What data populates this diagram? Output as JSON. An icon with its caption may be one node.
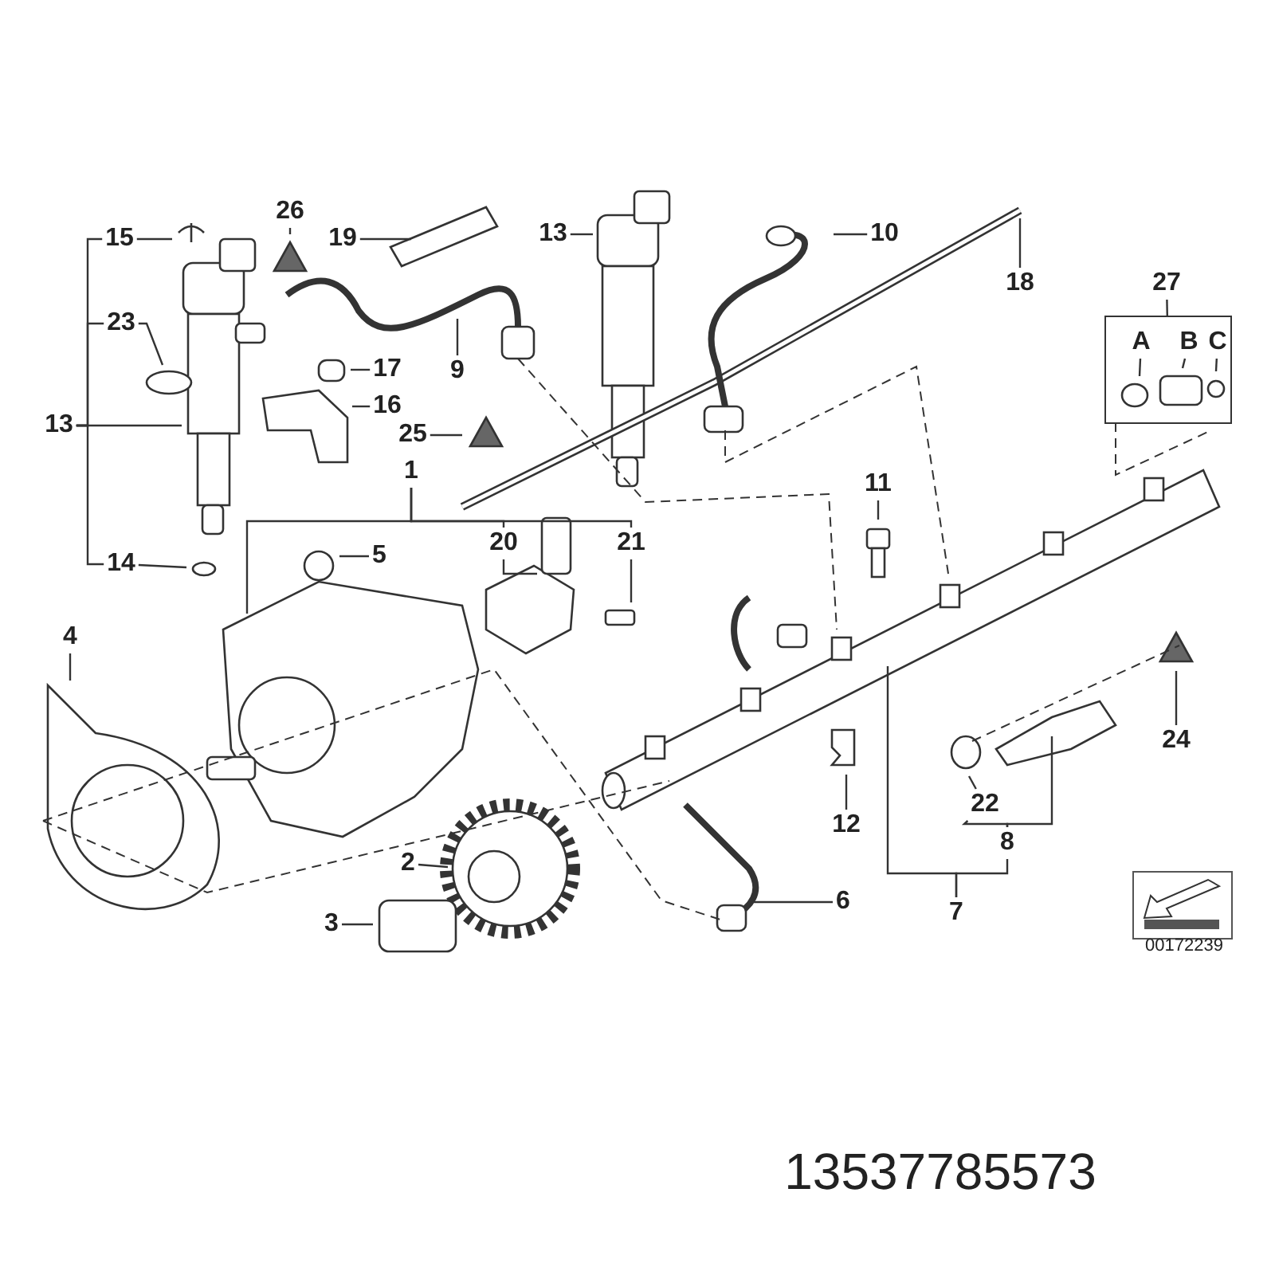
{
  "diagram": {
    "nodes": [
      {
        "text": [
          "26"
        ]
      },
      {
        "text": [
          "15"
        ]
      },
      {
        "text": [
          "19"
        ]
      },
      {
        "text": [
          "13"
        ]
      },
      {
        "text": [
          "10"
        ]
      },
      {
        "text": [
          "27"
        ]
      },
      {
        "text": [
          "18"
        ]
      },
      {
        "text": [
          "23"
        ]
      },
      {
        "text": [],
        "shape": "box"
      },
      {
        "text": [
          "A"
        ],
        "in": 8
      },
      {
        "text": [
          "B"
        ],
        "in": 8
      },
      {
        "text": [
          "C"
        ],
        "in": 8
      },
      {
        "text": [
          "17"
        ]
      },
      {
        "text": [
          "9"
        ]
      },
      {
        "text": [
          "16"
        ]
      },
      {
        "text": [
          "13"
        ]
      },
      {
        "text": [
          "25"
        ]
      },
      {
        "text": [
          "1"
        ]
      },
      {
        "text": [
          "11"
        ]
      },
      {
        "text": [
          "20"
        ]
      },
      {
        "text": [
          "21"
        ]
      },
      {
        "text": [
          "5"
        ]
      },
      {
        "text": [
          "14"
        ]
      },
      {
        "text": [
          "4"
        ]
      },
      {
        "text": [
          "24"
        ]
      },
      {
        "text": [
          "22"
        ]
      },
      {
        "text": [
          "12"
        ]
      },
      {
        "text": [
          "8"
        ]
      },
      {
        "text": [
          "2"
        ]
      },
      {
        "text": [
          "6"
        ]
      },
      {
        "text": [
          "7"
        ]
      },
      {
        "text": [
          "3"
        ]
      }
    ],
    "edges": [
      {
        "from": 0,
        "to": null,
        "arrow": "none"
      },
      {
        "from": 1,
        "to": null,
        "arrow": "none"
      },
      {
        "from": 2,
        "to": null,
        "arrow": "none"
      },
      {
        "from": 3,
        "to": null,
        "arrow": "none"
      },
      {
        "from": 4,
        "to": null,
        "arrow": "none"
      },
      {
        "from": 5,
        "to": 8,
        "arrow": "none"
      },
      {
        "from": 6,
        "to": null,
        "arrow": "none"
      },
      {
        "from": 7,
        "to": null,
        "arrow": "none"
      },
      {
        "from": 9,
        "to": null,
        "arrow": "none"
      },
      {
        "from": 10,
        "to": null,
        "arrow": "none"
      },
      {
        "from": 11,
        "to": null,
        "arrow": "none"
      },
      {
        "from": 12,
        "to": null,
        "arrow": "none"
      },
      {
        "from": 13,
        "to": null,
        "arrow": "none"
      },
      {
        "from": 14,
        "to": null,
        "arrow": "none"
      },
      {
        "from": 15,
        "to": null,
        "arrow": "none"
      },
      {
        "from": 16,
        "to": null,
        "arrow": "none"
      },
      {
        "from": 17,
        "to": null,
        "arrow": "none"
      },
      {
        "from": 18,
        "to": null,
        "arrow": "none"
      },
      {
        "from": 19,
        "to": null,
        "arrow": "none"
      },
      {
        "from": 20,
        "to": null,
        "arrow": "none"
      },
      {
        "from": 21,
        "to": null,
        "arrow": "none"
      },
      {
        "from": 22,
        "to": null,
        "arrow": "none"
      },
      {
        "from": 23,
        "to": null,
        "arrow": "none"
      },
      {
        "from": 24,
        "to": null,
        "arrow": "none"
      },
      {
        "from": 25,
        "to": null,
        "arrow": "none"
      },
      {
        "from": 26,
        "to": null,
        "arrow": "none"
      },
      {
        "from": 27,
        "to": null,
        "arrow": "none"
      },
      {
        "from": 28,
        "to": null,
        "arrow": "none"
      },
      {
        "from": 29,
        "to": null,
        "arrow": "none"
      },
      {
        "from": 30,
        "to": null,
        "arrow": "none"
      },
      {
        "from": 31,
        "to": null,
        "arrow": "none"
      },
      {
        "from": 15,
        "to": 1,
        "arrow": "none"
      },
      {
        "from": 15,
        "to": 7,
        "arrow": "none"
      },
      {
        "from": 15,
        "to": 22,
        "arrow": "none"
      },
      {
        "from": 17,
        "to": 19,
        "arrow": "none"
      },
      {
        "from": 17,
        "to": 20,
        "arrow": "none"
      },
      {
        "from": 30,
        "to": 27,
        "arrow": "none"
      },
      {
        "from": 27,
        "to": 25,
        "arrow": "none"
      }
    ],
    "labels": [
      "00172239",
      "13537785573"
    ]
  }
}
